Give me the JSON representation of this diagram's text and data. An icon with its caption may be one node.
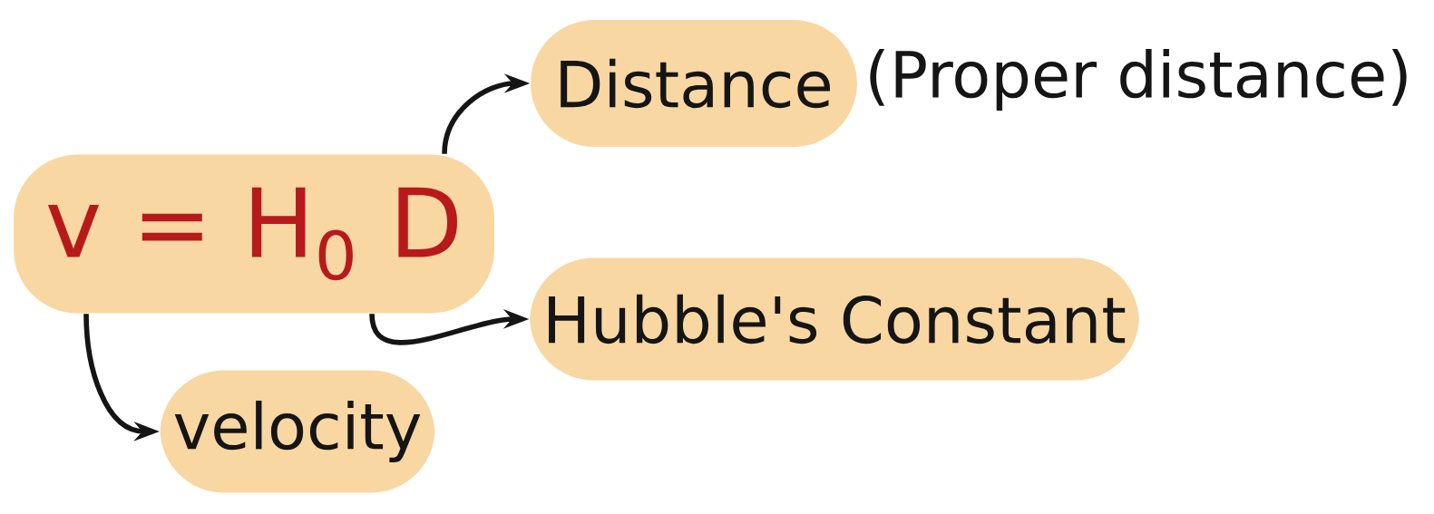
{
  "diagram": {
    "nodes": [
      {
        "text": [
          "v = H$_{0}$ D"
        ]
      },
      {
        "text": [
          "Distance"
        ],
        "beside": [
          "(Proper distance)"
        ]
      },
      {
        "text": [
          "Hubble's Constant"
        ]
      },
      {
        "text": [
          "velocity"
        ]
      }
    ],
    "edges": [
      {
        "from": 0,
        "to": 1,
        "arrow": "to"
      },
      {
        "from": 0,
        "to": 2,
        "arrow": "to"
      },
      {
        "from": 0,
        "to": 3,
        "arrow": "to"
      }
    ]
  }
}
